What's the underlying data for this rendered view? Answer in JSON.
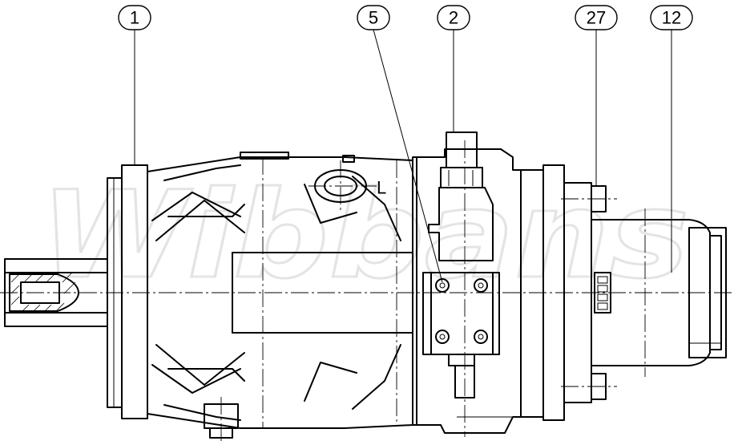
{
  "watermark": "Wibbans",
  "callouts": [
    {
      "id": "callout-1",
      "label": "1"
    },
    {
      "id": "callout-5",
      "label": "5"
    },
    {
      "id": "callout-2",
      "label": "2"
    },
    {
      "id": "callout-27",
      "label": "27"
    },
    {
      "id": "callout-12",
      "label": "12"
    }
  ],
  "port_label": "L"
}
